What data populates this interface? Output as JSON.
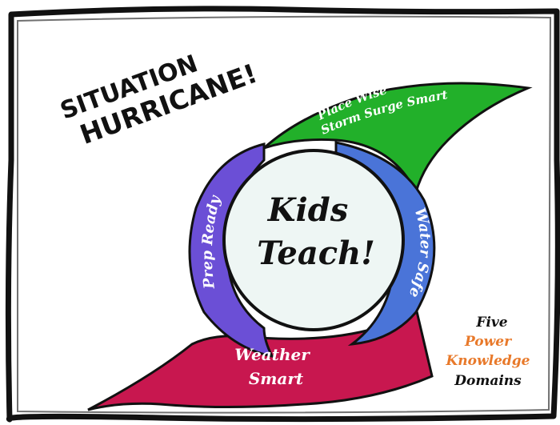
{
  "title": {
    "line1": "SITUATION",
    "line2": "HURRICANE!"
  },
  "center": {
    "line1": "Kids",
    "line2": "Teach!"
  },
  "arms": {
    "top": {
      "line1": "Place Wise",
      "line2": "Storm Surge Smart",
      "color": "#22b02a"
    },
    "left": {
      "label": "Prep Ready",
      "color": "#6b4fd6"
    },
    "right": {
      "label": "Water Safe",
      "color": "#4a74d8"
    },
    "bottom": {
      "line1": "Weather",
      "line2": "Smart",
      "color": "#c8174f"
    }
  },
  "legend": {
    "line1": "Five",
    "line2": "Power",
    "line3": "Knowledge",
    "line4": "Domains",
    "accent_color": "#e8792a"
  }
}
